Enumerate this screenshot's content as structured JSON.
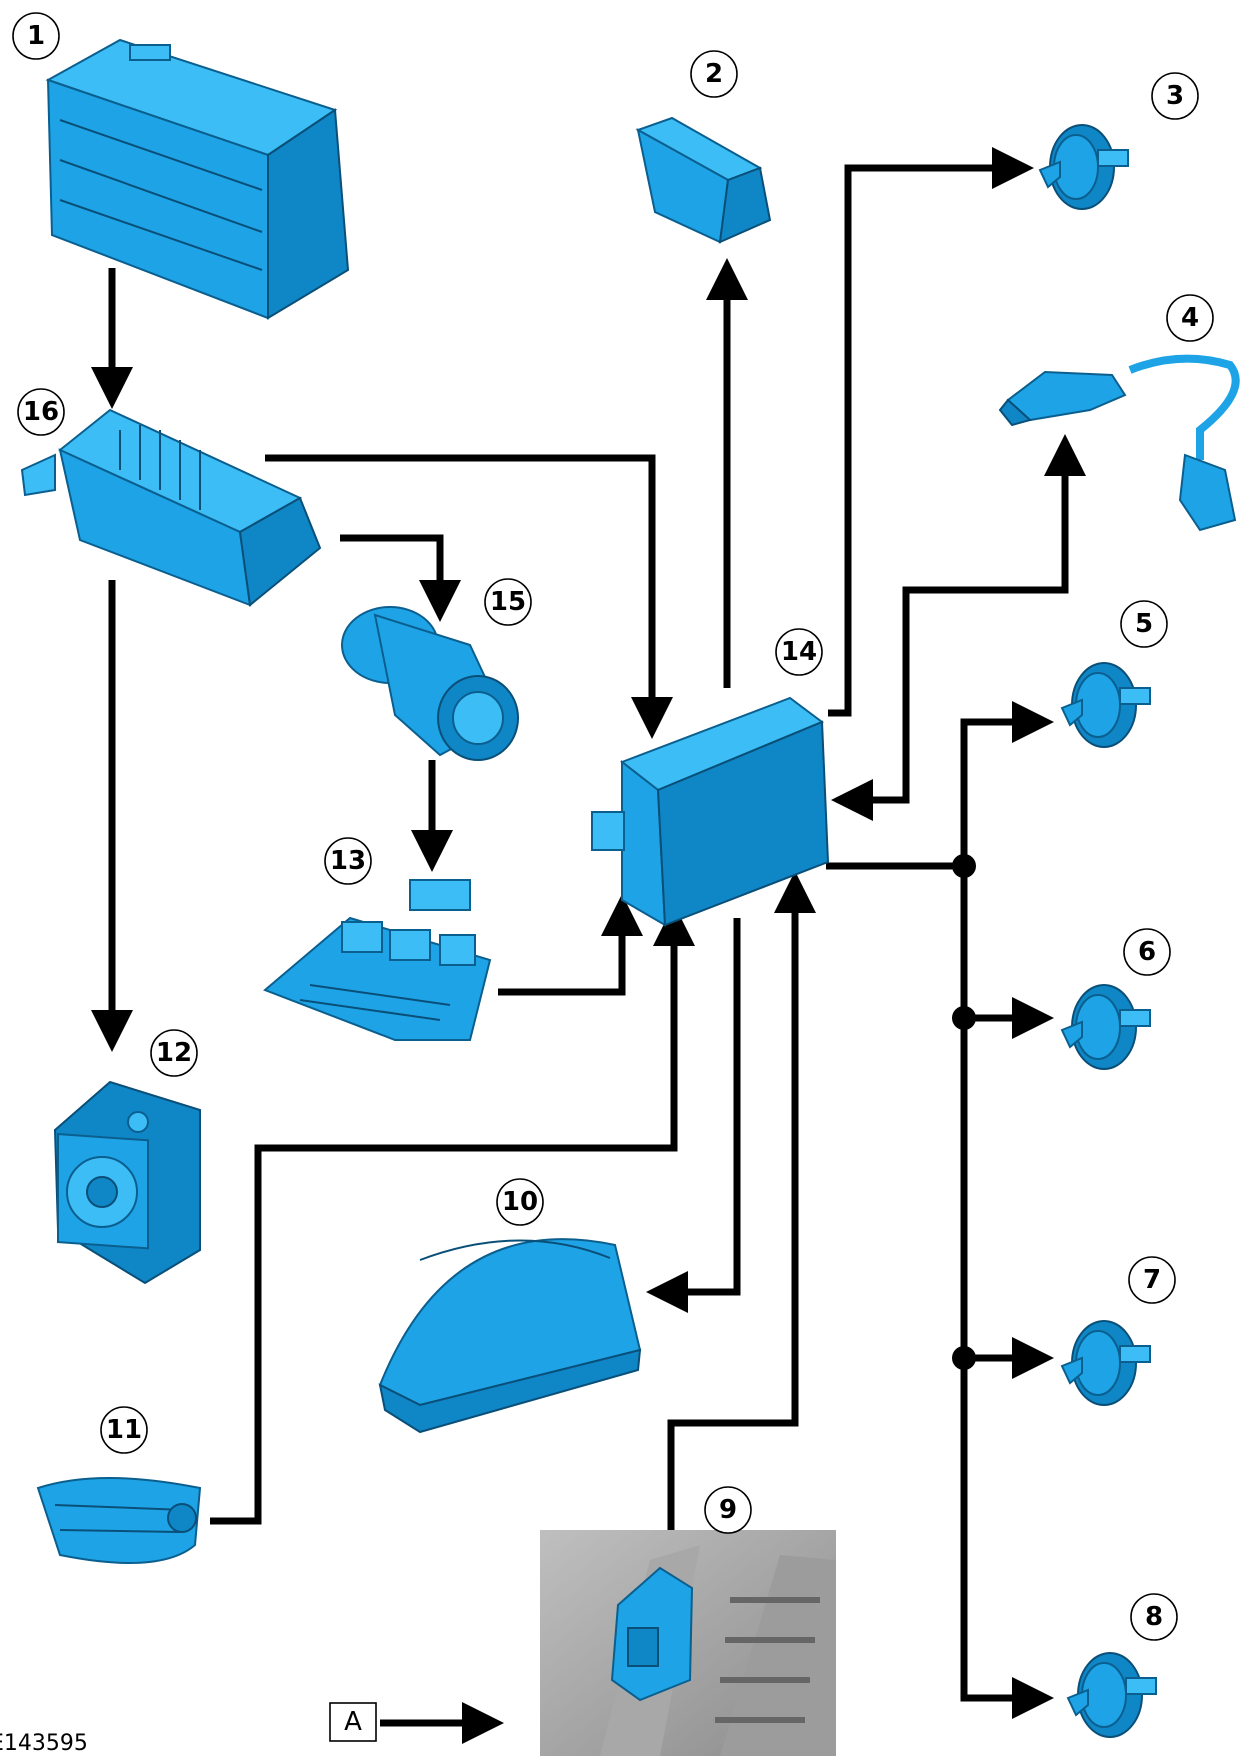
{
  "diagram": {
    "reference_number": "E143595",
    "view_label": "A",
    "callouts": [
      "1",
      "2",
      "3",
      "4",
      "5",
      "6",
      "7",
      "8",
      "9",
      "10",
      "11",
      "12",
      "13",
      "14",
      "15",
      "16"
    ]
  },
  "colors": {
    "component": "#1ea4e6",
    "connection": "#000000"
  }
}
